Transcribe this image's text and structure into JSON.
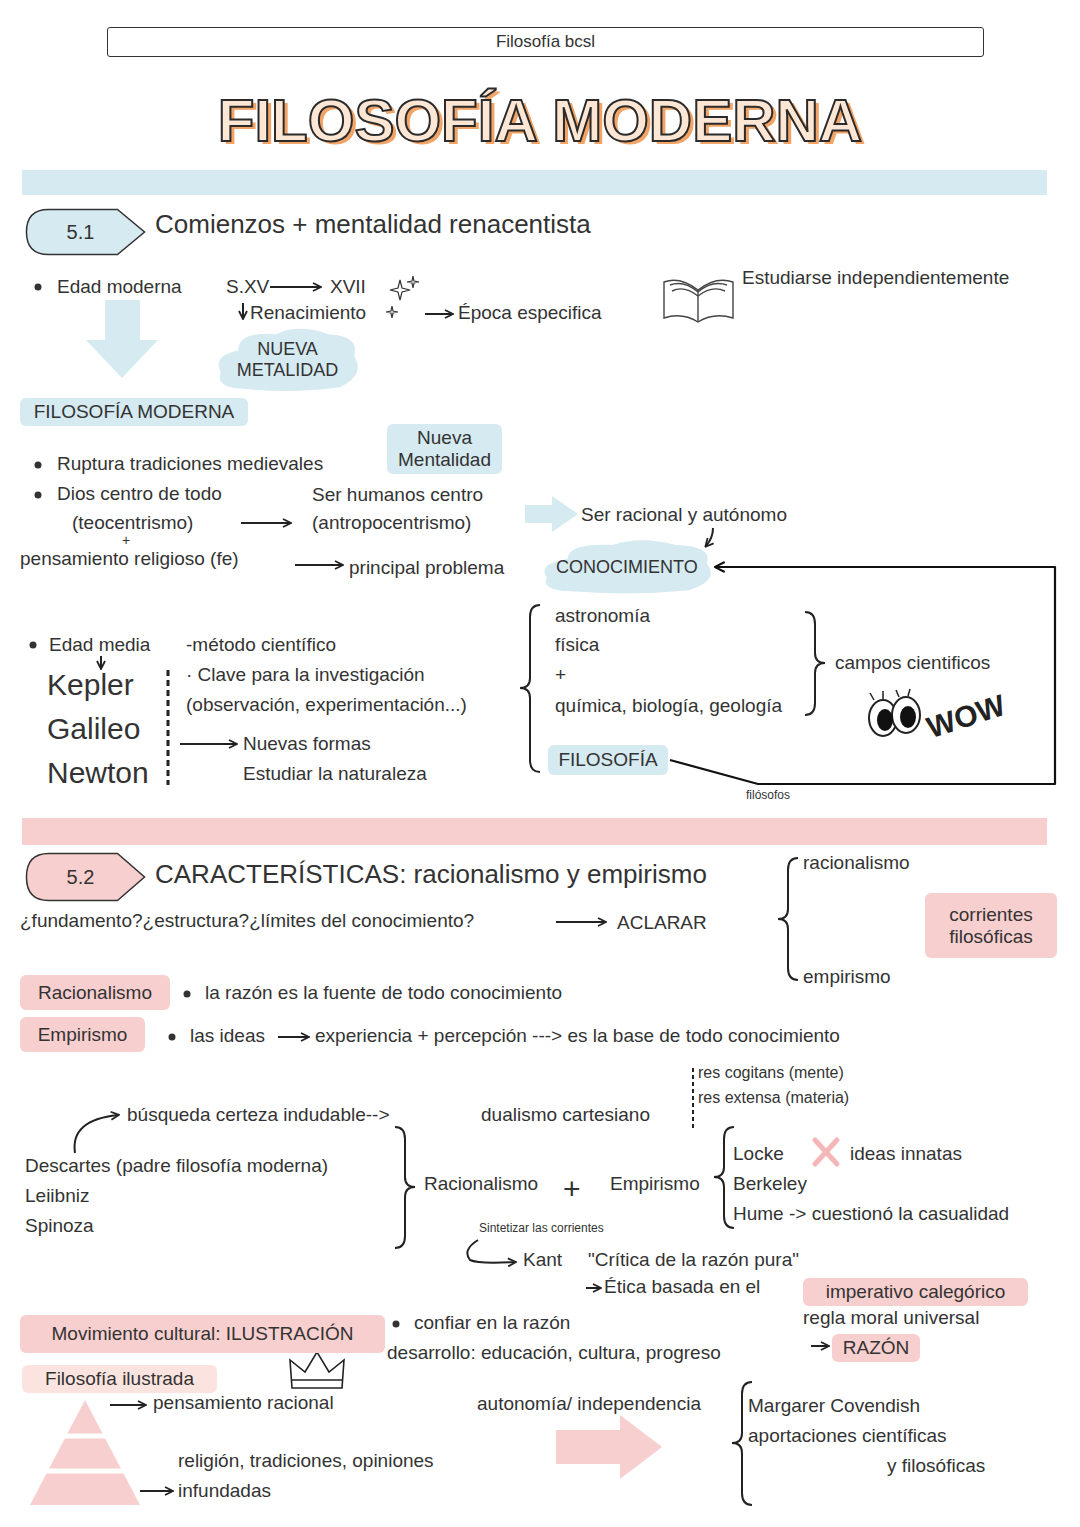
{
  "diagram": {
    "title": "FILOSOFÍA MODERNA",
    "nodes": [
      {
        "text": [
          "Filosofía bcsl"
        ]
      },
      {
        "text": [
          "5.1"
        ]
      },
      {
        "text": [
          "NUEVA METALIDAD"
        ]
      },
      {
        "text": [
          "FILOSOFÍA MODERNA"
        ]
      },
      {
        "text": [
          "Nueva Mentalidad"
        ]
      },
      {
        "text": [
          "CONOCIMIENTO"
        ]
      },
      {
        "text": [
          "FILOSOFÍA"
        ]
      },
      {
        "text": [
          "5.2"
        ]
      },
      {
        "text": [
          "corrientes filosóficas"
        ]
      },
      {
        "text": [
          "Racionalismo"
        ]
      },
      {
        "text": [
          "Empirismo"
        ]
      },
      {
        "text": [
          "imperativo calegórico"
        ]
      },
      {
        "text": [
          "RAZÓN"
        ]
      },
      {
        "text": [
          "Movimiento cultural: ILUSTRACIÓN"
        ]
      },
      {
        "text": [
          "Filosofía ilustrada"
        ]
      }
    ],
    "edges": [
      {
        "from": 6,
        "to": 5,
        "arrow": "to",
        "label": "filósofos"
      }
    ],
    "labels": [
      "Comienzos + mentalidad renacentista",
      "Edad moderna",
      "S.XV",
      "XVII",
      "Renacimiento",
      "Época especifica",
      "Estudiarse independientemente",
      "Ruptura tradiciones medievales",
      "Dios centro de todo",
      "(teocentrismo)",
      "Ser humanos centro",
      "(antropocentrismo)",
      "+",
      "pensamiento religioso (fe)",
      "principal problema",
      "Ser racional y autónomo",
      "Edad media",
      "Kepler",
      "Galileo",
      "Newton",
      "-método científico",
      "· Clave para la investigación",
      "(observación, experimentación...)",
      "Nuevas formas",
      "Estudiar la naturaleza",
      "astronomía",
      "física",
      "+",
      "química, biología, geología",
      "campos cientificos",
      "WOW",
      "CARACTERÍSTICAS: racionalismo y empirismo",
      "racionalismo",
      "empirismo",
      "¿fundamento?¿estructura?¿límites del conocimiento?",
      "ACLARAR",
      "la razón es la fuente de todo conocimiento",
      "las ideas",
      "experiencia + percepción ---> es la base de todo conocimiento",
      "búsqueda certeza indudable-->",
      "dualismo cartesiano",
      "res cogitans (mente)",
      "res extensa (materia)",
      "Descartes (padre filosofía moderna)",
      "Leiibniz",
      "Spinoza",
      "Racionalismo",
      "+",
      "Empirismo",
      "Locke",
      "ideas innatas",
      "Berkeley",
      "Hume -> cuestionó la casualidad",
      "Sintetizar las corrientes",
      "Kant",
      "\"Crítica de la razón pura\"",
      "Ética basada en el",
      "regla moral universal",
      "confiar en la razón",
      "desarrollo: educación, cultura, progreso",
      "autonomía/ independencia",
      "pensamiento racional",
      "Margarer Covendish",
      "aportaciones científicas",
      "y filosóficas",
      "religión, tradiciones, opiniones",
      "infundadas"
    ]
  }
}
